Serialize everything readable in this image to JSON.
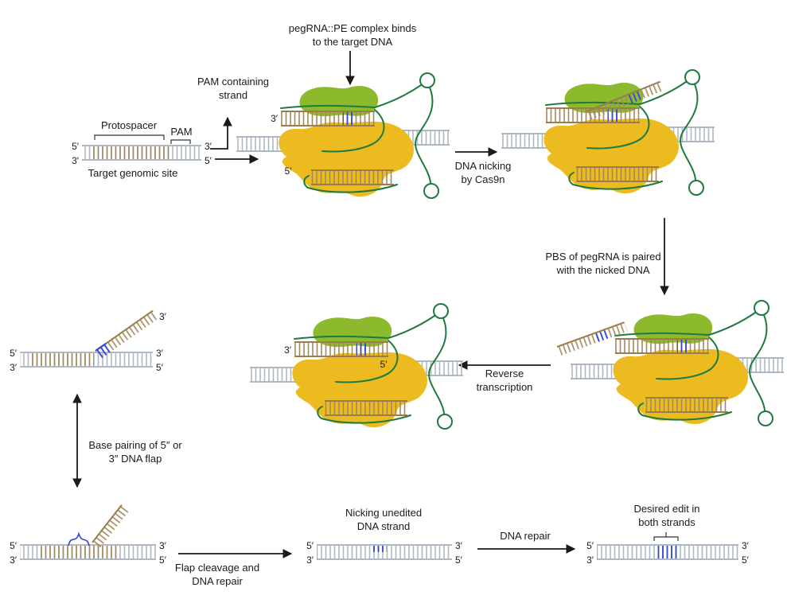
{
  "colors": {
    "cas9_yellow": "#ecbb1f",
    "rt_green": "#8cba2c",
    "pegrna_green": "#1f7a3f",
    "dna_gray": "#aeb8c2",
    "dna_tan": "#a3885c",
    "edit_blue": "#3444dd",
    "text": "#1a1a1a"
  },
  "steps": {
    "bind": {
      "l1": "pegRNA::PE complex binds",
      "l2": "to the target DNA"
    },
    "nick": {
      "l1": "DNA nicking",
      "l2": "by  Cas9n"
    },
    "pbs": {
      "l1": "PBS of pegRNA is paired",
      "l2": "with the nicked DNA"
    },
    "reverse": {
      "l1": "Reverse",
      "l2": "transcription"
    },
    "flap_pairing": {
      "l1": "Base pairing of 5″ or",
      "l2": "3″ DNA flap"
    },
    "cleavage": {
      "l1": "Flap cleavage and",
      "l2": "DNA repair"
    },
    "nick_unedited": {
      "l1": "Nicking unedited",
      "l2": "DNA strand"
    },
    "repair": "DNA repair",
    "desired": {
      "l1": "Desired edit in",
      "l2": "both strands"
    }
  },
  "annotations": {
    "pam_strand": {
      "l1": "PAM containing",
      "l2": "strand"
    },
    "protospacer": "Protospacer",
    "pam": "PAM",
    "target_site": "Target genomic site"
  },
  "ends": {
    "five": "5′",
    "three": "3′"
  }
}
